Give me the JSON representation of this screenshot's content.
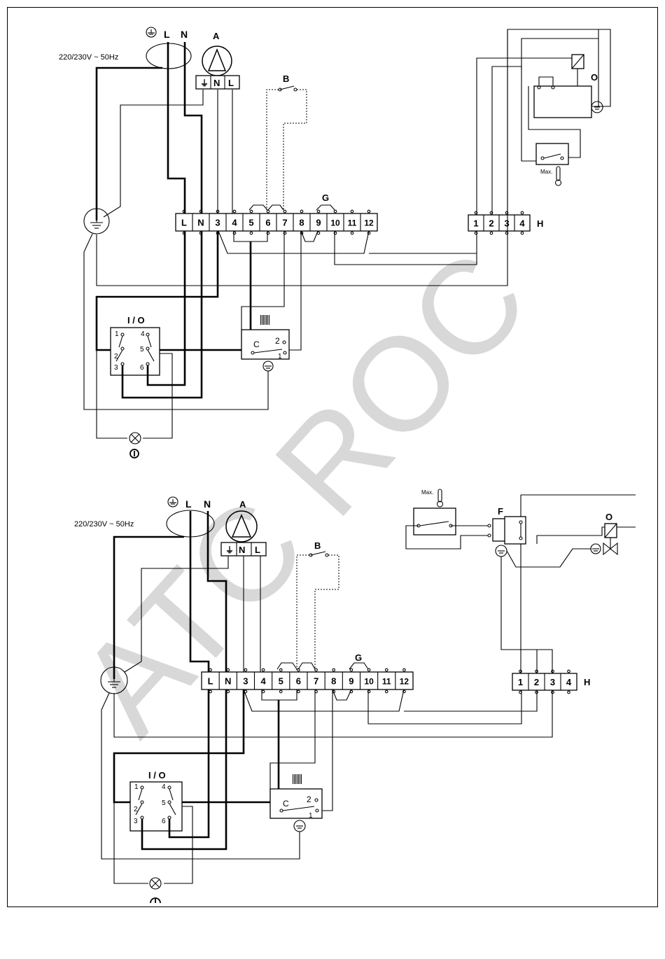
{
  "watermark": "ATC ROC",
  "top": {
    "supply": "220/230V ~ 50Hz",
    "earth_symbol": "⏚",
    "L": "L",
    "N": "N",
    "A": "A",
    "B": "B",
    "G": "G",
    "H": "H",
    "O": "O",
    "pump_terms": [
      "⏚",
      "N",
      "L"
    ],
    "strip": [
      "L",
      "N",
      "3",
      "4",
      "5",
      "6",
      "7",
      "8",
      "9",
      "10",
      "11",
      "12"
    ],
    "h_terms": [
      "1",
      "2",
      "3",
      "4"
    ],
    "io": "I / O",
    "sw": [
      "1",
      "4",
      "2",
      "5",
      "3",
      "6"
    ],
    "thermo": [
      "C",
      "2",
      "1"
    ],
    "max": "Max."
  },
  "bottom": {
    "supply": "220/230V ~ 50Hz",
    "earth_symbol": "⏚",
    "L": "L",
    "N": "N",
    "A": "A",
    "B": "B",
    "G": "G",
    "H": "H",
    "O": "O",
    "F": "F",
    "pump_terms": [
      "⏚",
      "N",
      "L"
    ],
    "strip": [
      "L",
      "N",
      "3",
      "4",
      "5",
      "6",
      "7",
      "8",
      "9",
      "10",
      "11",
      "12"
    ],
    "h_terms": [
      "1",
      "2",
      "3",
      "4"
    ],
    "io": "I / O",
    "sw": [
      "1",
      "4",
      "2",
      "5",
      "3",
      "6"
    ],
    "thermo": [
      "C",
      "2",
      "1"
    ],
    "max": "Max."
  }
}
